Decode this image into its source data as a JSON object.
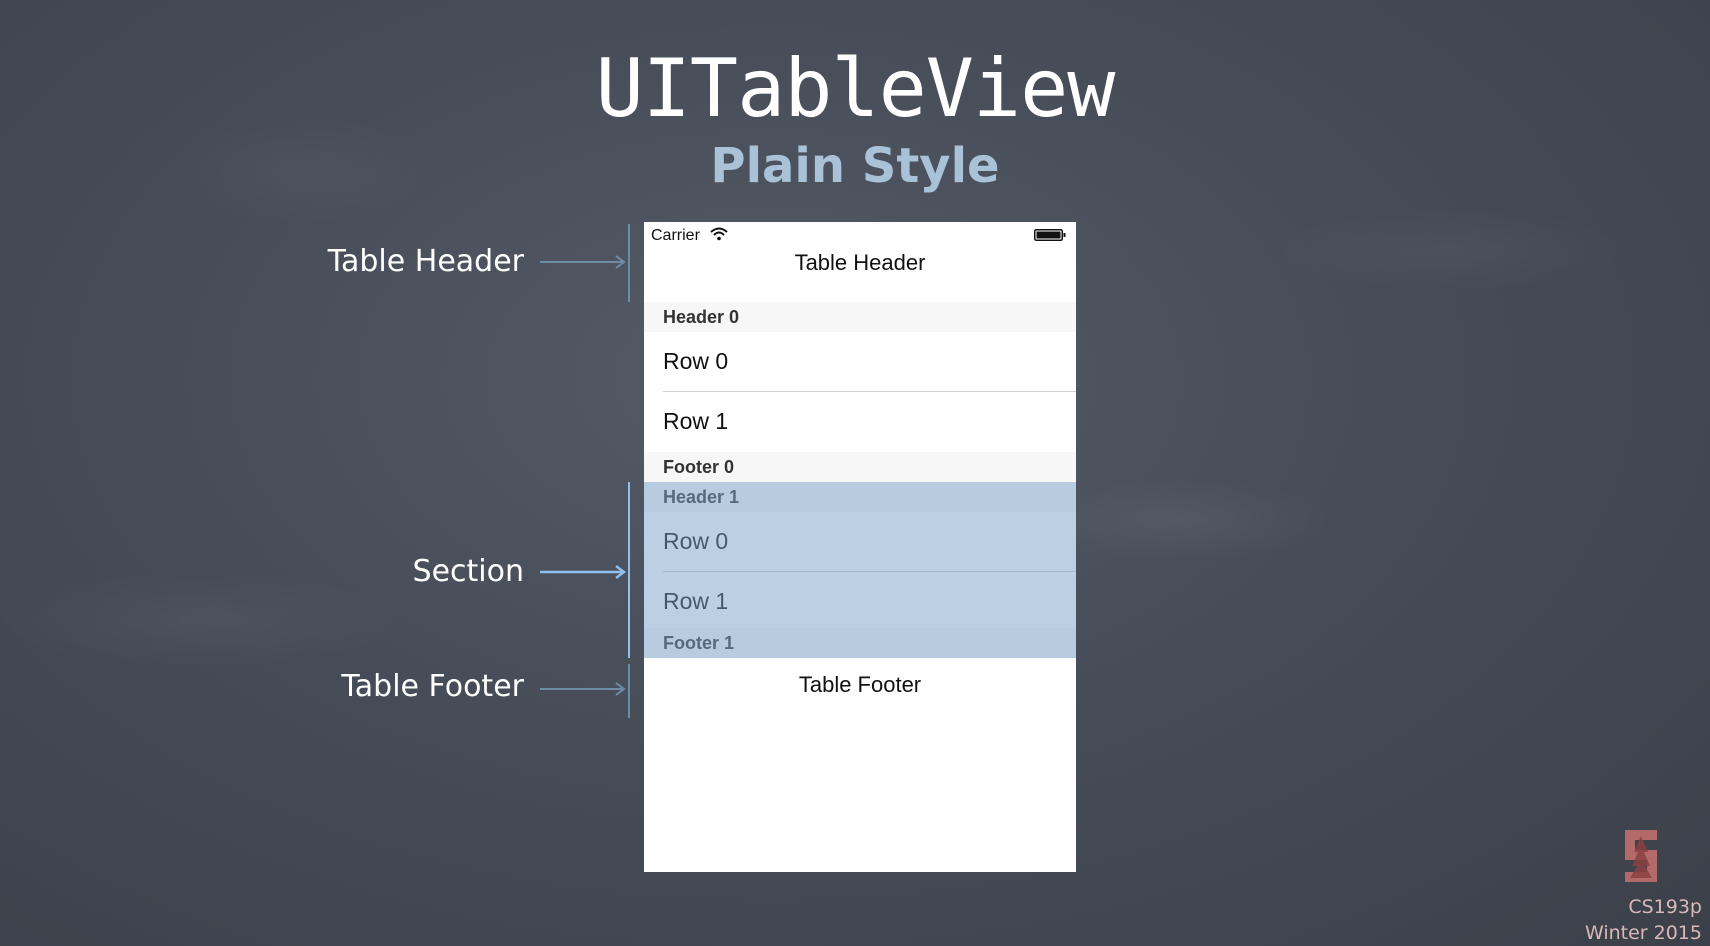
{
  "slide": {
    "title": "UITableView",
    "subtitle": "Plain Style"
  },
  "annotations": {
    "table_header": "Table Header",
    "section": "Section",
    "table_footer": "Table Footer"
  },
  "phone": {
    "carrier": "Carrier",
    "table_header": "Table Header",
    "sections": [
      {
        "header": "Header 0",
        "rows": [
          "Row 0",
          "Row 1"
        ],
        "footer": "Footer 0"
      },
      {
        "header": "Header 1",
        "rows": [
          "Row 0",
          "Row 1"
        ],
        "footer": "Footer 1"
      }
    ],
    "table_footer": "Table Footer"
  },
  "course": {
    "name": "CS193p",
    "term": "Winter 2015"
  },
  "colors": {
    "subtitle": "#a9c2d8",
    "section_highlight": "#7aa2c7",
    "arrow_dim": "#6e8ca6",
    "arrow_bright": "#8fc1ee",
    "logo": "#b56a6a"
  },
  "icons": [
    "wifi-icon",
    "battery-icon",
    "stanford-logo-icon"
  ]
}
